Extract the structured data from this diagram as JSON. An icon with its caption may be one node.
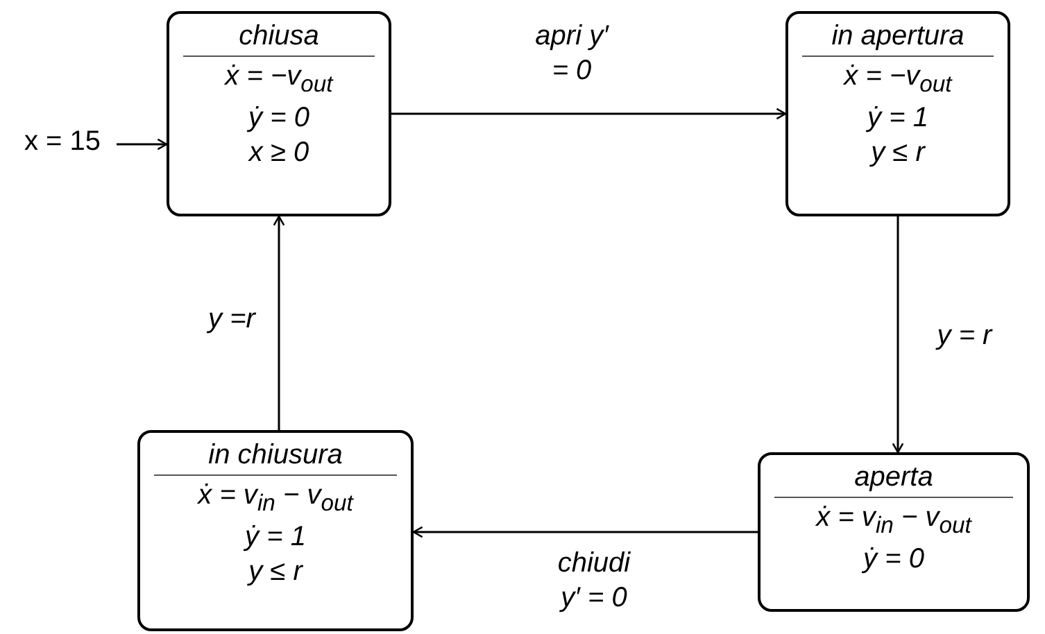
{
  "diagram": {
    "nodes": [
      {
        "text": [
          "chiusa",
          "ẋ = −v$_{out}$",
          "ẏ = 0",
          "x ≥ 0"
        ]
      },
      {
        "text": [
          "in apertura",
          "ẋ = −v$_{out}$",
          "ẏ = 1",
          "y ≤ r"
        ]
      },
      {
        "text": [
          "aperta",
          "ẋ = v$_{in}$ − v$_{out}$",
          "ẏ = 0"
        ]
      },
      {
        "text": [
          "in chiusura",
          "ẋ = v$_{in}$ − v$_{out}$",
          "ẏ = 1",
          "y ≤ r"
        ]
      },
      {
        "text": [
          "x = 15"
        ]
      }
    ],
    "edges": [
      {
        "from": 4,
        "to": 0,
        "arrow": "to"
      },
      {
        "from": 0,
        "to": 1,
        "arrow": "to",
        "label": "apri y′ = 0"
      },
      {
        "from": 1,
        "to": 2,
        "arrow": "to",
        "label": "y = r"
      },
      {
        "from": 2,
        "to": 3,
        "arrow": "to",
        "label": "chiudi y′ = 0"
      },
      {
        "from": 3,
        "to": 0,
        "arrow": "to",
        "label": "y =r"
      }
    ]
  }
}
